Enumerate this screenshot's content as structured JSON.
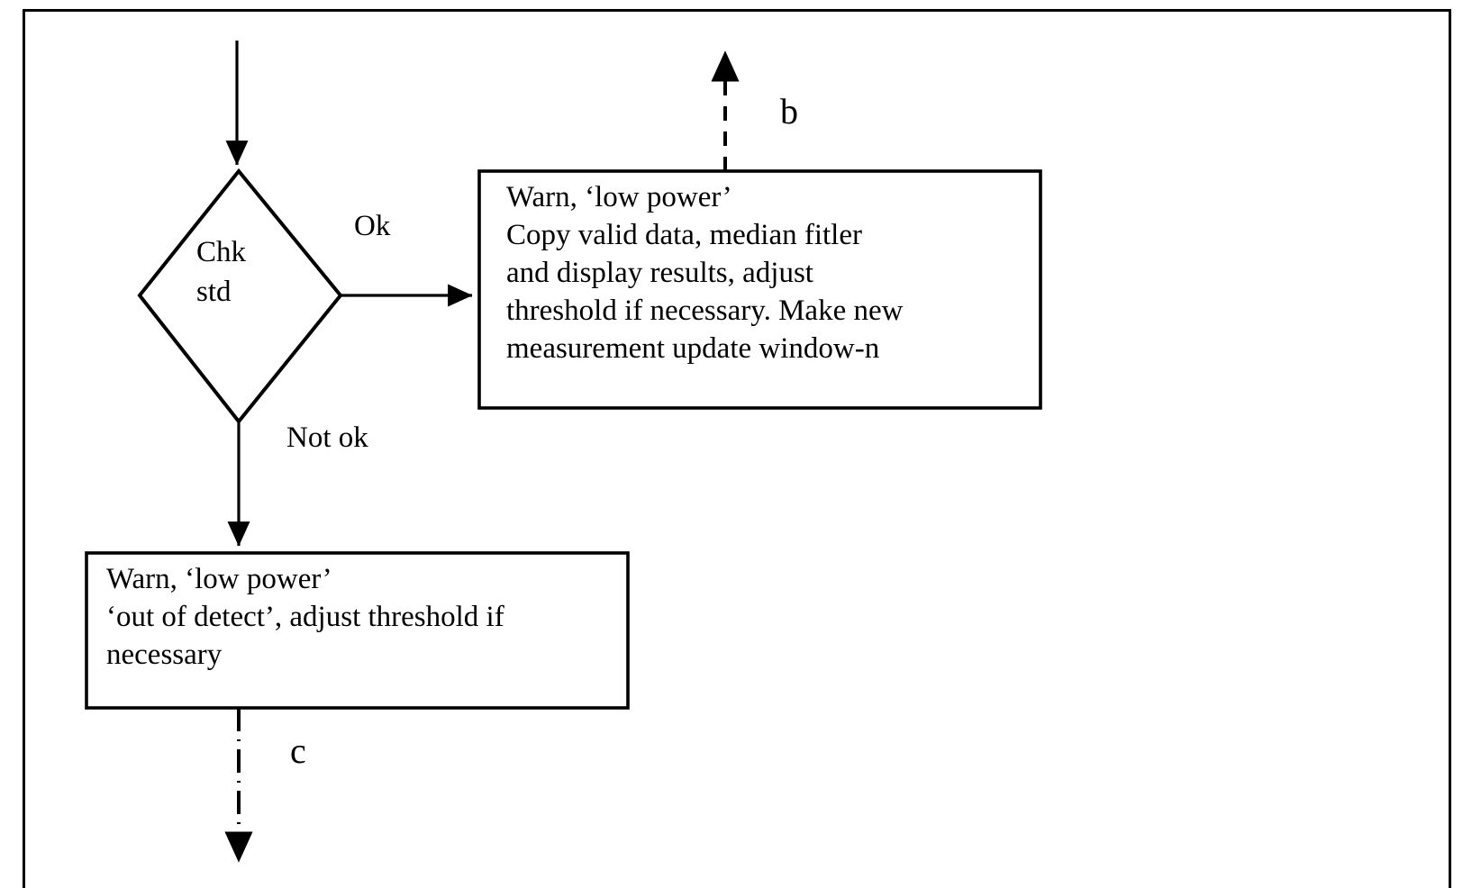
{
  "diagram": {
    "type": "flowchart",
    "title": "",
    "frame": {
      "visible": true,
      "color": "#000000"
    },
    "nodes": [
      {
        "id": "decision-chk-std",
        "shape": "diamond",
        "name": "decision-chk-std",
        "text": "Chk\nstd",
        "lines": [
          "Chk",
          "std"
        ]
      },
      {
        "id": "process-ok",
        "shape": "rectangle",
        "name": "process-warn-low-power-ok",
        "text": "Warn, ‘low power’\nCopy valid data, median fitler\nand display results, adjust\nthreshold if necessary. Make new\nmeasurement update window-n",
        "lines": [
          "Warn, ‘low power’",
          "Copy valid data, median fitler",
          "and display results, adjust",
          "threshold if necessary. Make new",
          "measurement update window-n"
        ]
      },
      {
        "id": "process-notok",
        "shape": "rectangle",
        "name": "process-warn-low-power-not-ok",
        "text": "Warn, ‘low power’\n‘out of detect’, adjust threshold if\nnecessary",
        "lines": [
          "Warn, ‘low power’",
          "‘out of detect’, adjust threshold if",
          "necessary"
        ]
      }
    ],
    "edges": [
      {
        "id": "edge-in",
        "name": "edge-incoming-to-decision",
        "label": "",
        "style": "solid",
        "arrow": "end",
        "from": "top-of-page",
        "to": "decision-chk-std"
      },
      {
        "id": "edge-ok",
        "name": "edge-decision-ok-to-process",
        "label": "Ok",
        "style": "solid",
        "arrow": "end",
        "from": "decision-chk-std",
        "to": "process-ok"
      },
      {
        "id": "edge-notok",
        "name": "edge-decision-not-ok-to-process",
        "label": "Not ok",
        "style": "solid",
        "arrow": "end",
        "from": "decision-chk-std",
        "to": "process-notok"
      },
      {
        "id": "edge-b",
        "name": "edge-connector-b",
        "label": "b",
        "style": "dashed",
        "arrow": "end",
        "from": "process-ok",
        "to": "connector-b"
      },
      {
        "id": "edge-c",
        "name": "edge-connector-c",
        "label": "c",
        "style": "dash-dot",
        "arrow": "end",
        "from": "process-notok",
        "to": "connector-c"
      }
    ],
    "labels": {
      "ok": "Ok",
      "not_ok": "Not ok",
      "connector_b": "b",
      "connector_c": "c"
    },
    "colors": {
      "stroke": "#000000",
      "fill": "#ffffff",
      "text": "#000000"
    }
  }
}
